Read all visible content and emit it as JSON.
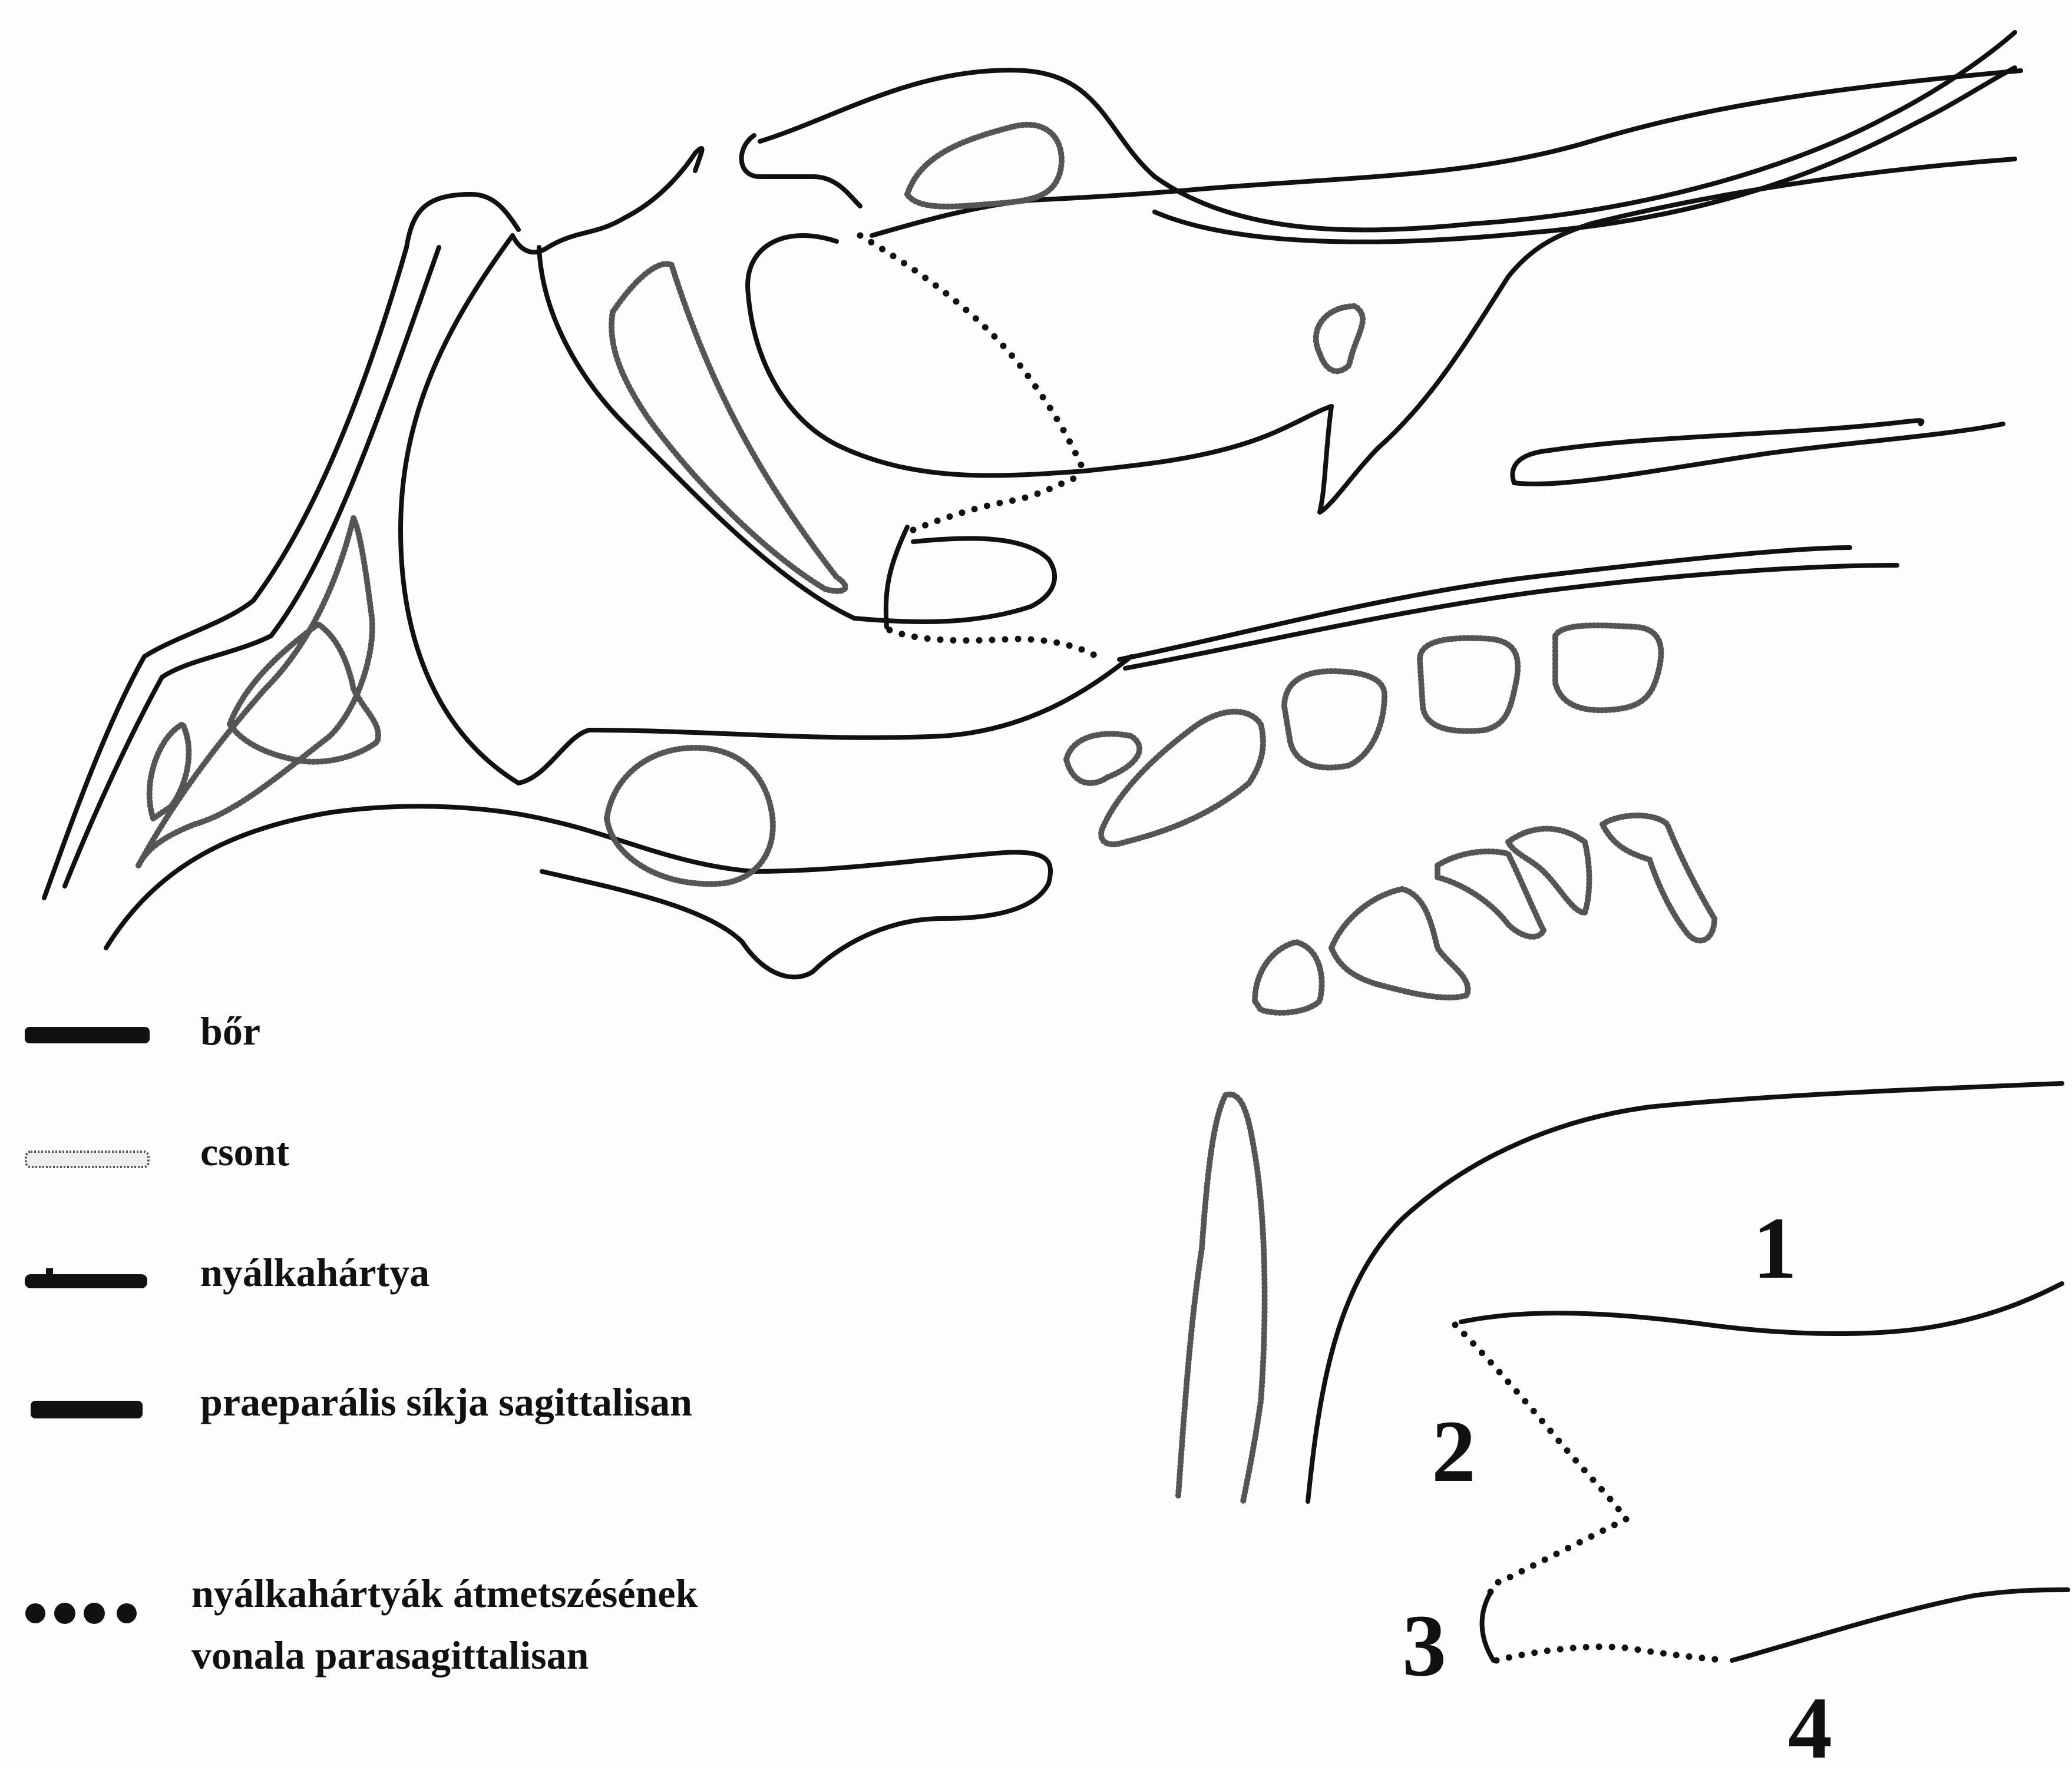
{
  "legend": {
    "items": [
      {
        "label": "bőr",
        "style": "thick-solid"
      },
      {
        "label": "csont",
        "style": "bone-dotted-outline"
      },
      {
        "label": "nyálkahártya",
        "style": "solid-with-knob"
      },
      {
        "label": "praeparális síkja sagittalisan",
        "style": "thick-solid"
      },
      {
        "label_line1": "nyálkahártyák átmetszésének",
        "label_line2": "vonala parasagittalisan",
        "style": "dots"
      }
    ]
  },
  "inset": {
    "labels": [
      "1",
      "2",
      "3",
      "4"
    ]
  },
  "colors": {
    "ink": "#111111",
    "bone": "#555555",
    "paper": "#fdfdfb"
  }
}
